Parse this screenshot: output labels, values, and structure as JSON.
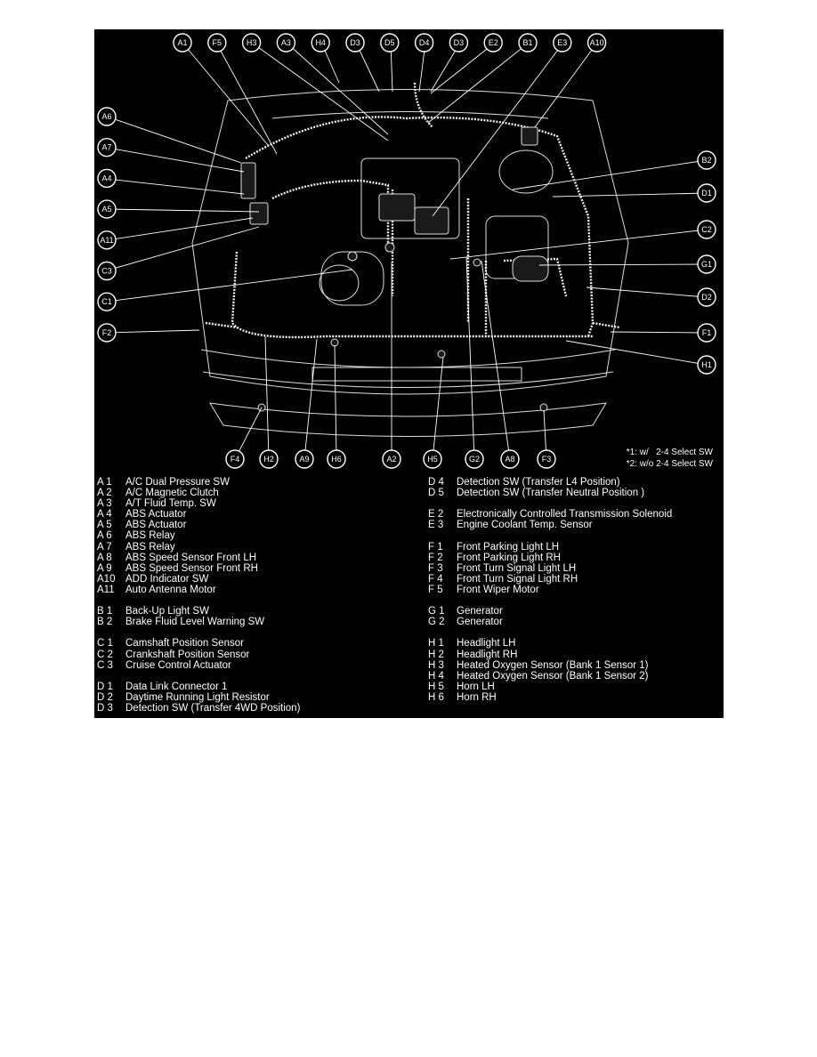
{
  "diagram": {
    "callouts": {
      "top": [
        "A1",
        "F5",
        "H3",
        "A3",
        "H4",
        "D3",
        "D5",
        "D4",
        "D3",
        "E2",
        "B1",
        "E3",
        "A10"
      ],
      "left": [
        "A6",
        "A7",
        "A4",
        "A5",
        "A11",
        "C3",
        "C1",
        "F2"
      ],
      "right": [
        "B2",
        "D1",
        "C2",
        "G1",
        "D2",
        "F1",
        "H1"
      ],
      "bottom": [
        "F4",
        "H2",
        "A9",
        "H6",
        "A2",
        "H5",
        "G2",
        "A8",
        "F3"
      ]
    },
    "notes": [
      "*1: w/   2-4 Select SW",
      "*2: w/o 2-4 Select SW"
    ]
  },
  "legend": {
    "left": [
      {
        "code": "A 1",
        "label": "A/C Dual Pressure SW"
      },
      {
        "code": "A 2",
        "label": "A/C Magnetic Clutch"
      },
      {
        "code": "A 3",
        "label": "A/T Fluid Temp. SW"
      },
      {
        "code": "A 4",
        "label": "ABS Actuator"
      },
      {
        "code": "A 5",
        "label": "ABS Actuator"
      },
      {
        "code": "A 6",
        "label": "ABS Relay"
      },
      {
        "code": "A 7",
        "label": "ABS Relay"
      },
      {
        "code": "A 8",
        "label": "ABS Speed Sensor Front LH"
      },
      {
        "code": "A 9",
        "label": "ABS Speed Sensor Front RH"
      },
      {
        "code": "A10",
        "label": "ADD Indicator SW"
      },
      {
        "code": "A11",
        "label": "Auto Antenna Motor"
      },
      {
        "code": "",
        "label": ""
      },
      {
        "code": "B 1",
        "label": "Back-Up Light SW"
      },
      {
        "code": "B 2",
        "label": "Brake Fluid Level Warning SW"
      },
      {
        "code": "",
        "label": ""
      },
      {
        "code": "C 1",
        "label": "Camshaft Position Sensor"
      },
      {
        "code": "C 2",
        "label": "Crankshaft Position Sensor"
      },
      {
        "code": "C 3",
        "label": "Cruise Control Actuator"
      },
      {
        "code": "",
        "label": ""
      },
      {
        "code": "D 1",
        "label": "Data Link Connector 1"
      },
      {
        "code": "D 2",
        "label": "Daytime Running Light Resistor"
      },
      {
        "code": "D 3",
        "label": "Detection SW (Transfer 4WD Position)"
      }
    ],
    "right": [
      {
        "code": "D 4",
        "label": "Detection SW (Transfer L4 Position)"
      },
      {
        "code": "D 5",
        "label": "Detection SW (Transfer Neutral Position )"
      },
      {
        "code": "",
        "label": ""
      },
      {
        "code": "E 2",
        "label": "Electronically Controlled Transmission Solenoid"
      },
      {
        "code": "E 3",
        "label": "Engine Coolant Temp. Sensor"
      },
      {
        "code": "",
        "label": ""
      },
      {
        "code": "F 1",
        "label": "Front Parking Light LH"
      },
      {
        "code": "F 2",
        "label": "Front Parking Light RH"
      },
      {
        "code": "F 3",
        "label": "Front Turn Signal Light LH"
      },
      {
        "code": "F 4",
        "label": "Front Turn Signal Light RH"
      },
      {
        "code": "F 5",
        "label": "Front Wiper Motor"
      },
      {
        "code": "",
        "label": ""
      },
      {
        "code": "G 1",
        "label": "Generator"
      },
      {
        "code": "G 2",
        "label": "Generator"
      },
      {
        "code": "",
        "label": ""
      },
      {
        "code": "H 1",
        "label": "Headlight LH"
      },
      {
        "code": "H 2",
        "label": "Headlight RH"
      },
      {
        "code": "H 3",
        "label": "Heated Oxygen Sensor (Bank 1 Sensor 1)"
      },
      {
        "code": "H 4",
        "label": "Heated Oxygen Sensor (Bank 1 Sensor 2)"
      },
      {
        "code": "H 5",
        "label": "Horn LH"
      },
      {
        "code": "H 6",
        "label": "Horn RH"
      }
    ]
  }
}
